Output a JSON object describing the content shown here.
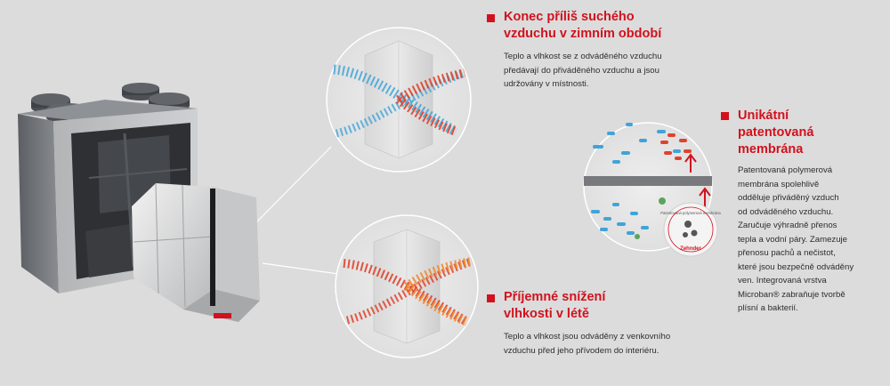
{
  "sections": {
    "winter": {
      "title": "Konec příliš suchého\nvzduchu v zimním období",
      "text": "Teplo a vlhkost se z odváděného vzduchu\npředávají do přiváděného vzduchu a jsou\nudržovány v místnosti."
    },
    "membrane": {
      "title": "Unikátní\npatentovaná\nmembrána",
      "text": "Patentovaná polymerová\nmembrána spolehlivě\nodděluje přiváděný vzduch\nod odváděného vzduchu.\nZaručuje výhradně přenos\ntepla a vodní páry. Zamezuje\npřenosu pachů a nečistot,\nkteré jsou bezpečně odváděny\nven. Integrovaná vrstva\nMicroban® zabraňuje tvorbě\nplísní a bakterií."
    },
    "summer": {
      "title": "Příjemné snížení\nvlhkosti v létě",
      "text": "Teplo a vlhkost jsou odváděny z venkovního\nvzduchu před jeho přívodem do interiéru."
    }
  },
  "badge": {
    "ring_text": "Patentovaná polymerová membrána",
    "brand": "Zehnder"
  },
  "colors": {
    "accent": "#d1121e",
    "background": "#dcdcdc",
    "cold_particle": "#3fa4d8",
    "warm_particle": "#e0422a",
    "orange_particle": "#ef8a2c"
  }
}
